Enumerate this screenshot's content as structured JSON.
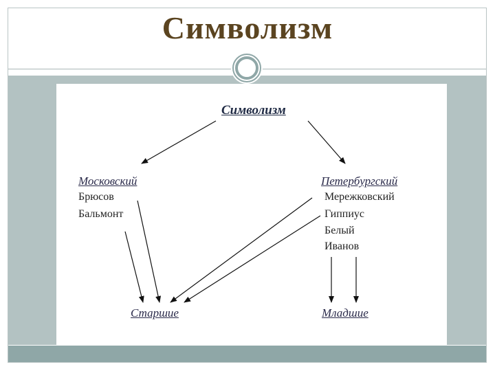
{
  "slide": {
    "title": "Символизм"
  },
  "diagram": {
    "root": "Символизм",
    "schools": [
      {
        "name": "Московский",
        "members": [
          "Брюсов",
          "Бальмонт"
        ]
      },
      {
        "name": "Петербургский",
        "members": [
          "Мережковский",
          "Гиппиус",
          "Белый",
          "Иванов"
        ]
      }
    ],
    "generations": [
      "Старшие",
      "Младшие"
    ]
  },
  "colors": {
    "title": "#5b4420",
    "band": "#b3c2c2",
    "footer": "#8fa7a7",
    "ornament": "#8fa7a7"
  }
}
